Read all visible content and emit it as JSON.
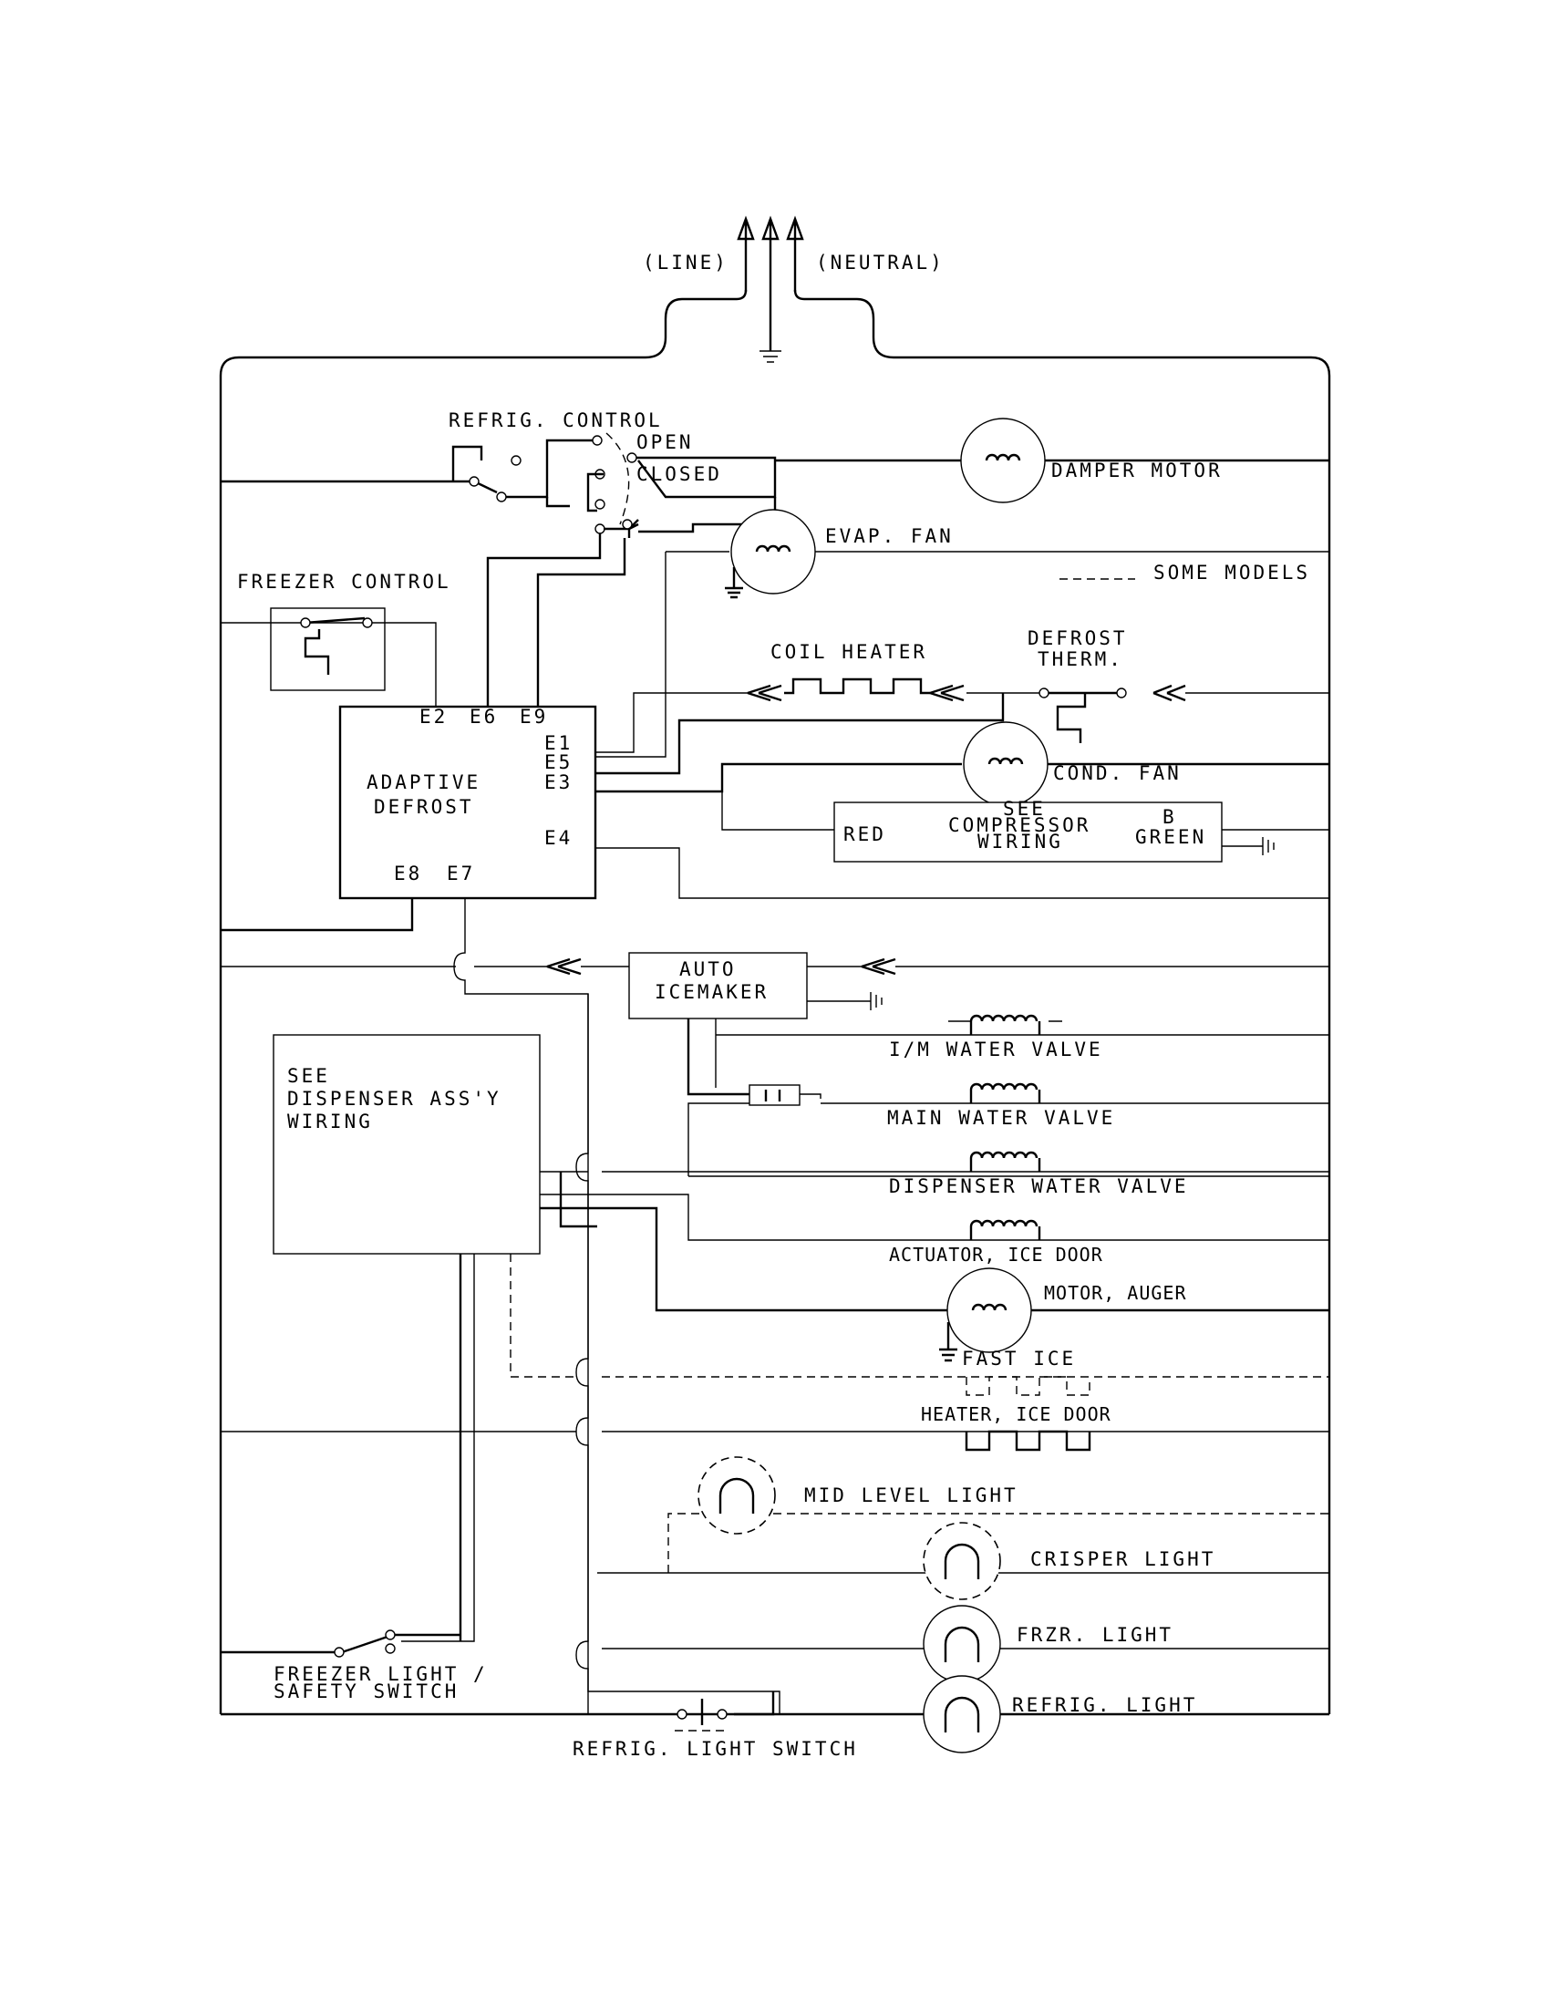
{
  "supply": {
    "line": "(LINE)",
    "neutral": "(NEUTRAL)"
  },
  "refrig_control": {
    "title": "REFRIG. CONTROL",
    "open": "OPEN",
    "closed": "CLOSED"
  },
  "freezer_control": {
    "title": "FREEZER CONTROL"
  },
  "adaptive_defrost": {
    "title_1": "ADAPTIVE",
    "title_2": "DEFROST",
    "terminals": {
      "e1": "E1",
      "e2": "E2",
      "e3": "E3",
      "e4": "E4",
      "e5": "E5",
      "e6": "E6",
      "e7": "E7",
      "e8": "E8",
      "e9": "E9"
    }
  },
  "components": {
    "damper_motor": "DAMPER MOTOR",
    "evap_fan": "EVAP. FAN",
    "some_models_legend": "SOME MODELS",
    "coil_heater": "COIL HEATER",
    "defrost_therm_1": "DEFROST",
    "defrost_therm_2": "THERM.",
    "cond_fan": "COND. FAN",
    "compressor_1": "SEE",
    "compressor_2": "COMPRESSOR",
    "compressor_3": "WIRING",
    "compressor_red": "RED",
    "compressor_b": "B",
    "compressor_green": "GREEN",
    "icemaker_1": "AUTO",
    "icemaker_2": "ICEMAKER",
    "im_water_valve": "I/M WATER VALVE",
    "main_water_valve": "MAIN WATER VALVE",
    "dispenser_water_valve": "DISPENSER WATER VALVE",
    "actuator_ice_door": "ACTUATOR, ICE DOOR",
    "motor_auger": "MOTOR, AUGER",
    "fast_ice": "FAST ICE",
    "heater_ice_door": "HEATER, ICE DOOR",
    "mid_level_light": "MID LEVEL LIGHT",
    "crisper_light": "CRISPER LIGHT",
    "frzr_light": "FRZR. LIGHT",
    "refrig_light": "REFRIG. LIGHT"
  },
  "dispenser": {
    "line_1": "SEE",
    "line_2": "DISPENSER ASS'Y",
    "line_3": "WIRING"
  },
  "switches": {
    "freezer_light_1": "FREEZER LIGHT /",
    "freezer_light_2": "SAFETY SWITCH",
    "refrig_light_switch": "REFRIG. LIGHT SWITCH"
  }
}
